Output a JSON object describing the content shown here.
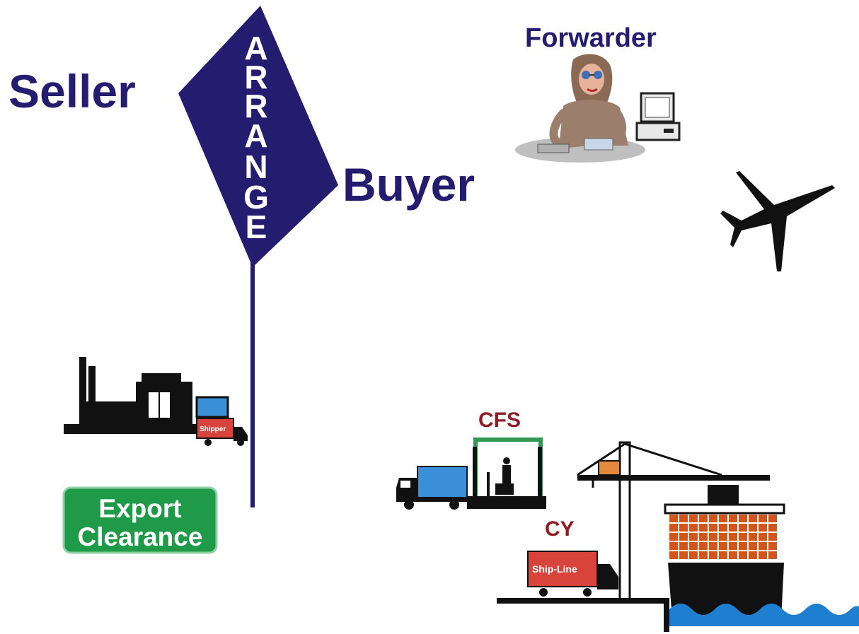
{
  "labels": {
    "seller": "Seller",
    "arrange": [
      "A",
      "R",
      "R",
      "A",
      "N",
      "G",
      "E"
    ],
    "buyer": "Buyer",
    "forwarder": "Forwarder",
    "cfs": "CFS",
    "cy": "CY",
    "export_clearance": [
      "Export",
      "Clearance"
    ],
    "factory_truck_text": "Shipper",
    "cy_truck_text": "Ship-Line"
  },
  "colors": {
    "navy": "#241C6E",
    "maroon": "#8C1E24",
    "sign_green": "#1F9A48",
    "truck_red": "#D8443C",
    "truck_blue": "#3B8FD6",
    "container_orange": "#D2561C",
    "sea_blue": "#1E7FD0",
    "black": "#111111"
  },
  "icons": [
    "factory-icon",
    "truck-icon",
    "person-at-computer-icon",
    "airplane-icon",
    "crane-icon",
    "ship-icon",
    "waves-icon",
    "forklift-icon"
  ]
}
